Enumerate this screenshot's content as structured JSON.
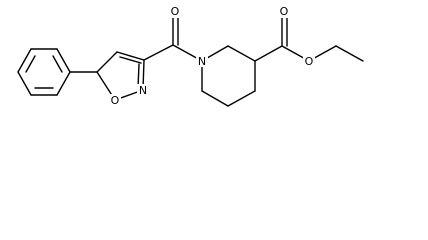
{
  "molecule": {
    "atoms": {
      "n_ring": "N",
      "o_ring": "O",
      "piperidine_n": "N",
      "carbonyl_o1": "O",
      "carbonyl_o2": "O",
      "ester_o": "O"
    }
  }
}
